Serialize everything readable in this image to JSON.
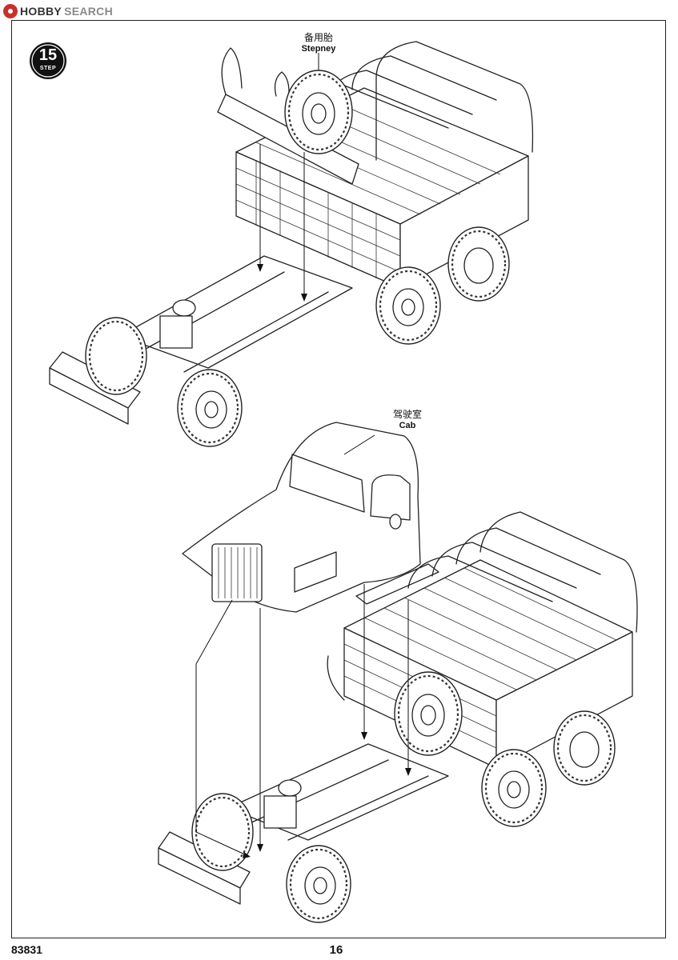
{
  "watermark": {
    "brand": "HOBBY",
    "suffix": "SEARCH"
  },
  "step": {
    "number": "15",
    "word": "STEP"
  },
  "labels": {
    "stepney": {
      "cn": "备用胎",
      "en": "Stepney"
    },
    "cab": {
      "cn": "驾驶室",
      "en": "Cab"
    }
  },
  "footer": {
    "product_code": "83831",
    "page_number": "16"
  },
  "colors": {
    "line": "#222222",
    "badge": "#111111",
    "watermark_logo": "#c9302c"
  }
}
